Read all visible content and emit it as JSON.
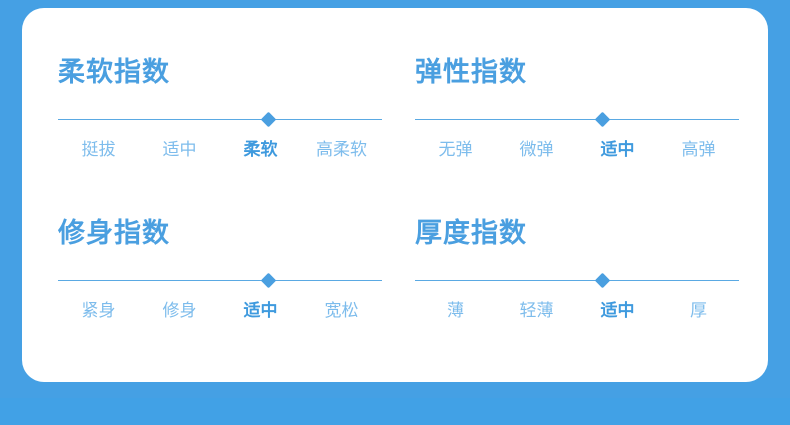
{
  "theme": {
    "background_blue": "#45a0e4",
    "background_blue_lower": "#41a1e6",
    "card_background": "#ffffff",
    "title_color": "#4a9fe0",
    "label_color": "#7dbcec",
    "label_selected_color": "#3f9ade",
    "track_color": "#5aa9e3",
    "thumb_color": "#4a9fe0"
  },
  "indices": [
    {
      "id": "softness",
      "title": "柔软指数",
      "labels": [
        "挺拔",
        "适中",
        "柔软",
        "高柔软"
      ],
      "selected_index": 2,
      "thumb_percent": 65
    },
    {
      "id": "elasticity",
      "title": "弹性指数",
      "labels": [
        "无弹",
        "微弹",
        "适中",
        "高弹"
      ],
      "selected_index": 2,
      "thumb_percent": 58
    },
    {
      "id": "fit",
      "title": "修身指数",
      "labels": [
        "紧身",
        "修身",
        "适中",
        "宽松"
      ],
      "selected_index": 2,
      "thumb_percent": 65
    },
    {
      "id": "thickness",
      "title": "厚度指数",
      "labels": [
        "薄",
        "轻薄",
        "适中",
        "厚"
      ],
      "selected_index": 2,
      "thumb_percent": 58
    }
  ]
}
